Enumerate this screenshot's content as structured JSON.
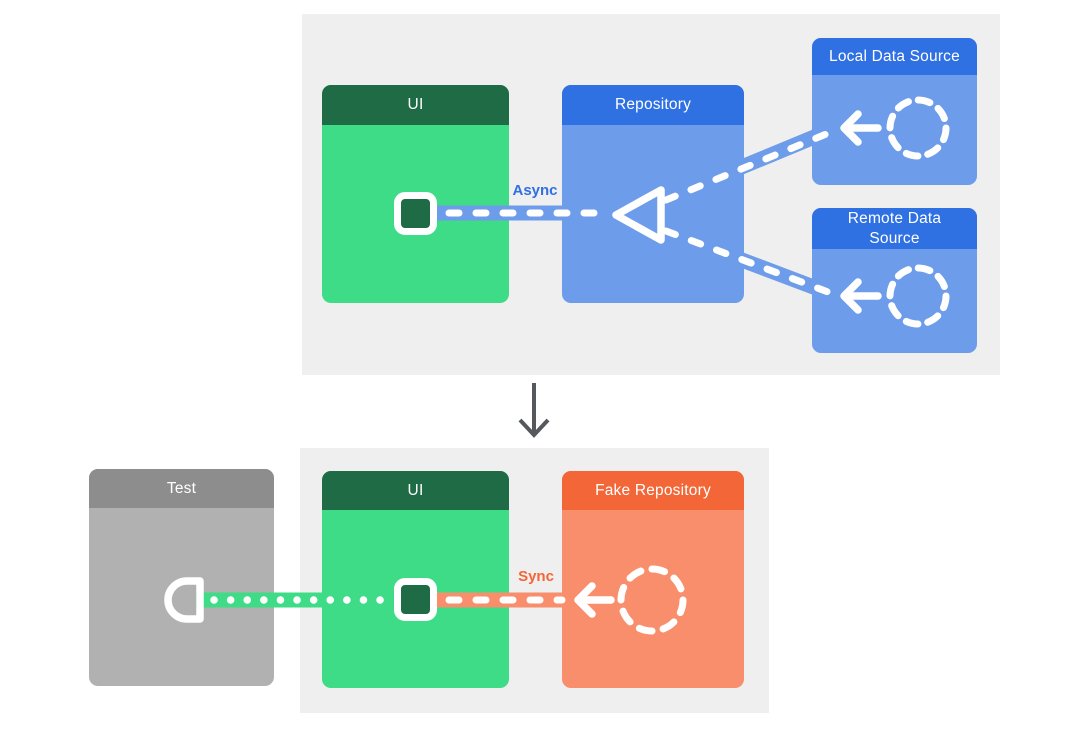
{
  "diagram": {
    "top_panel": {
      "ui": {
        "title": "UI"
      },
      "repository": {
        "title": "Repository"
      },
      "local_data_source": {
        "title": "Local Data Source"
      },
      "remote_data_source": {
        "title": "Remote Data Source"
      },
      "async_label": "Async"
    },
    "bottom_panel": {
      "test": {
        "title": "Test"
      },
      "ui": {
        "title": "UI"
      },
      "fake_repository": {
        "title": "Fake Repository"
      },
      "sync_label": "Sync"
    },
    "colors": {
      "panel_bg": "#efefef",
      "green_header": "#1f6b46",
      "green_body": "#3edc87",
      "blue_header": "#2f70e2",
      "blue_body": "#6d9ceb",
      "orange_header": "#f26637",
      "orange_body": "#f98e6d",
      "gray_header": "#8d8d8d",
      "gray_body": "#b1b1b1",
      "connector_white": "#ffffff",
      "async_text": "#2f70e2",
      "sync_text": "#f26637",
      "transition_arrow": "#55585c"
    }
  }
}
